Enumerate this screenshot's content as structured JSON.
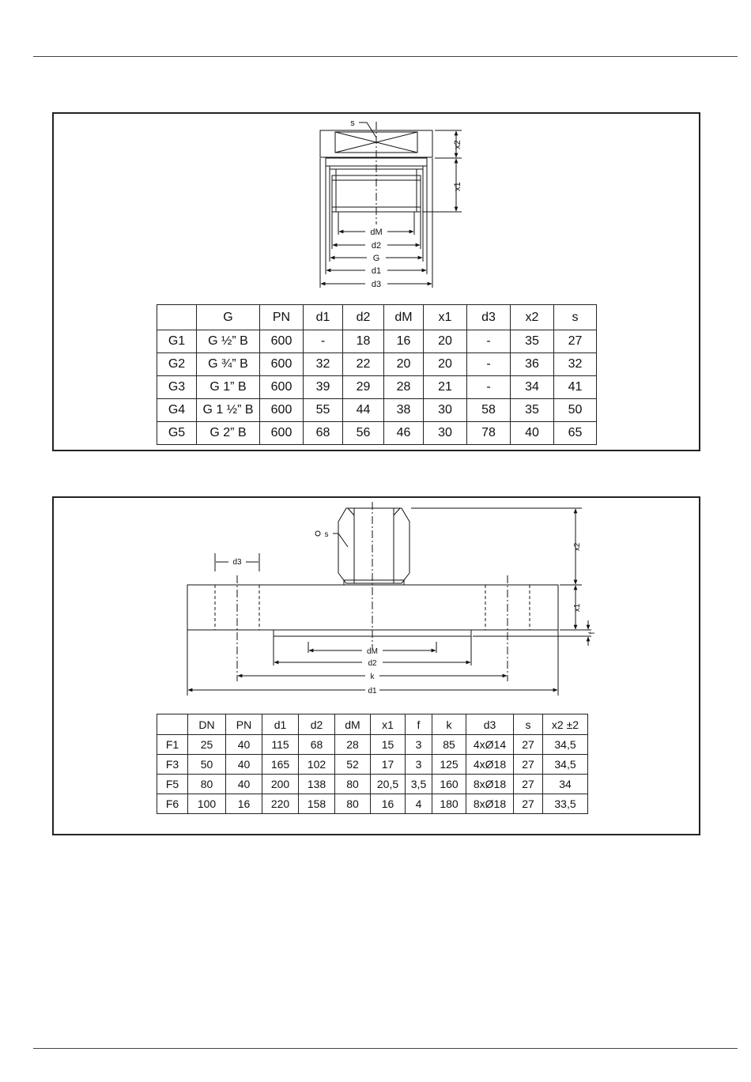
{
  "threaded_connection": {
    "drawing_labels": {
      "s": "s",
      "x2": "x2",
      "x1": "x1",
      "dM": "dM",
      "d2": "d2",
      "G": "G",
      "d1": "d1",
      "d3": "d3"
    },
    "table": {
      "columns": [
        "",
        "G",
        "PN",
        "d1",
        "d2",
        "dM",
        "x1",
        "d3",
        "x2",
        "s"
      ],
      "rows": [
        [
          "G1",
          "G ½” B",
          "600",
          "-",
          "18",
          "16",
          "20",
          "-",
          "35",
          "27"
        ],
        [
          "G2",
          "G ¾” B",
          "600",
          "32",
          "22",
          "20",
          "20",
          "-",
          "36",
          "32"
        ],
        [
          "G3",
          "G 1” B",
          "600",
          "39",
          "29",
          "28",
          "21",
          "-",
          "34",
          "41"
        ],
        [
          "G4",
          "G 1 ½” B",
          "600",
          "55",
          "44",
          "38",
          "30",
          "58",
          "35",
          "50"
        ],
        [
          "G5",
          "G 2” B",
          "600",
          "68",
          "56",
          "46",
          "30",
          "78",
          "40",
          "65"
        ]
      ]
    }
  },
  "flange_connection": {
    "drawing_labels": {
      "s": "s",
      "d3": "d3",
      "x2": "x2",
      "x1": "x1",
      "f": "f",
      "dM": "dM",
      "d2": "d2",
      "k": "k",
      "d1": "d1"
    },
    "table": {
      "columns": [
        "",
        "DN",
        "PN",
        "d1",
        "d2",
        "dM",
        "x1",
        "f",
        "k",
        "d3",
        "s",
        "x2 ±2"
      ],
      "rows": [
        [
          "F1",
          "25",
          "40",
          "115",
          "68",
          "28",
          "15",
          "3",
          "85",
          "4xØ14",
          "27",
          "34,5"
        ],
        [
          "F3",
          "50",
          "40",
          "165",
          "102",
          "52",
          "17",
          "3",
          "125",
          "4xØ18",
          "27",
          "34,5"
        ],
        [
          "F5",
          "80",
          "40",
          "200",
          "138",
          "80",
          "20,5",
          "3,5",
          "160",
          "8xØ18",
          "27",
          "34"
        ],
        [
          "F6",
          "100",
          "16",
          "220",
          "158",
          "80",
          "16",
          "4",
          "180",
          "8xØ18",
          "27",
          "33,5"
        ]
      ]
    }
  }
}
